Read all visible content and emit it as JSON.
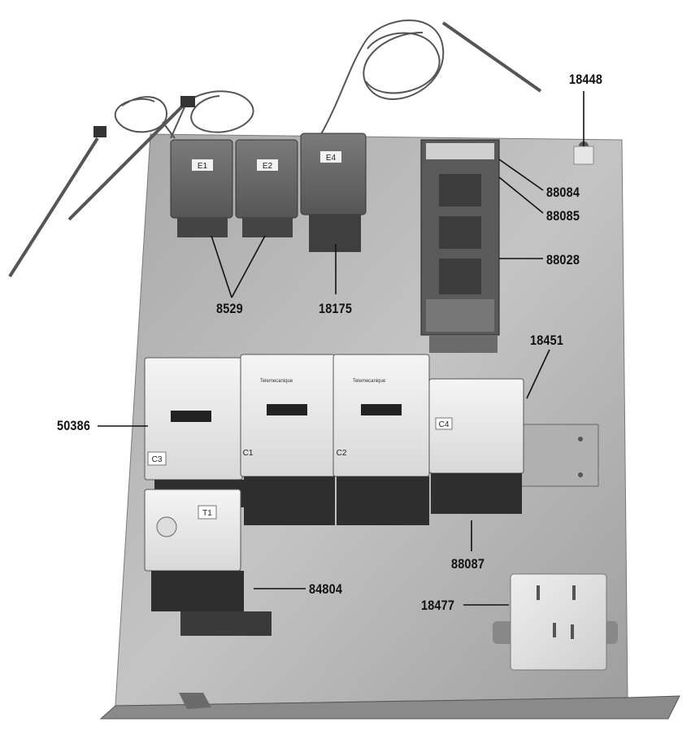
{
  "labels": {
    "p18448": "18448",
    "p88084": "88084",
    "p88085": "88085",
    "p88028": "88028",
    "p8529": "8529",
    "p18175": "18175",
    "p18451": "18451",
    "p50386": "50386",
    "p84804": "84804",
    "p88087": "88087",
    "p18477": "18477"
  },
  "relay_tags": {
    "e1": "E1",
    "e2": "E2",
    "e4": "E4"
  },
  "contactor_tags": {
    "c3": "C3",
    "c1": "C1",
    "c2": "C2",
    "c4": "C4",
    "t1": "T1"
  },
  "brand_text": "Telemecanique",
  "colors": {
    "background": "#ffffff",
    "plate": "#b9b9b9",
    "relay_body": "#6e6e6e",
    "contactor_body": "#ececec",
    "terminal_block": "#5a5a5a",
    "callout_line": "#111111"
  }
}
